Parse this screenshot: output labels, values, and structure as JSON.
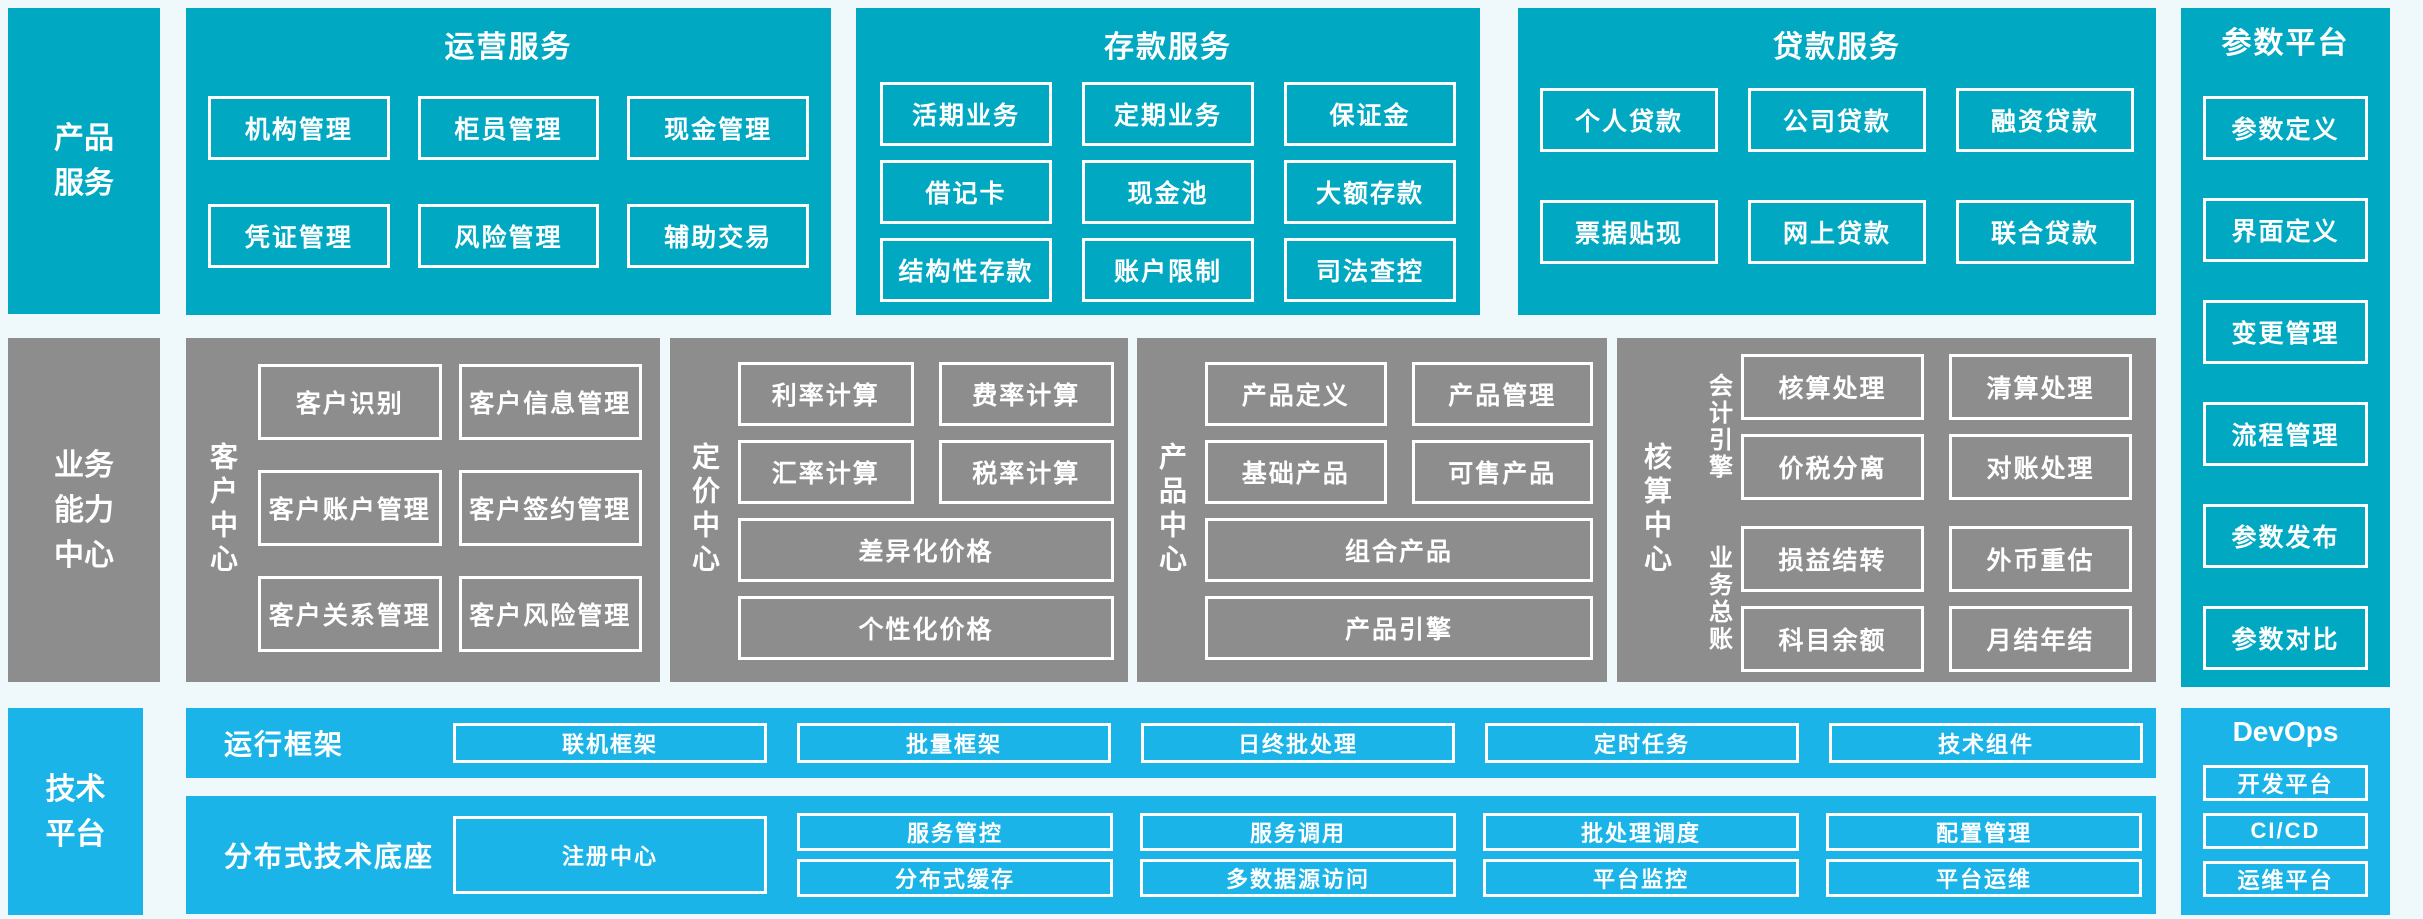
{
  "palette": {
    "teal": "#00a8c2",
    "gray": "#8d8d8d",
    "blue": "#1ab4e8",
    "background": "#eff9fb",
    "box_border": "#ffffff",
    "text": "#ffffff"
  },
  "left_labels": {
    "product_services": "产品\n服务",
    "business_capability_center": "业务\n能力\n中心",
    "tech_platform": "技术\n平台"
  },
  "operations": {
    "title": "运营服务",
    "boxes": [
      "机构管理",
      "柜员管理",
      "现金管理",
      "凭证管理",
      "风险管理",
      "辅助交易"
    ]
  },
  "deposits": {
    "title": "存款服务",
    "boxes": [
      "活期业务",
      "定期业务",
      "保证金",
      "借记卡",
      "现金池",
      "大额存款",
      "结构性存款",
      "账户限制",
      "司法查控"
    ]
  },
  "loans": {
    "title": "贷款服务",
    "boxes": [
      "个人贷款",
      "公司贷款",
      "融资贷款",
      "票据贴现",
      "网上贷款",
      "联合贷款"
    ]
  },
  "params_platform": {
    "title": "参数平台",
    "boxes": [
      "参数定义",
      "界面定义",
      "变更管理",
      "流程管理",
      "参数发布",
      "参数对比"
    ]
  },
  "customer_center": {
    "label": "客户中心",
    "boxes": [
      "客户识别",
      "客户信息管理",
      "客户账户管理",
      "客户签约管理",
      "客户关系管理",
      "客户风险管理"
    ]
  },
  "pricing_center": {
    "label": "定价中心",
    "boxes_2col": [
      "利率计算",
      "费率计算",
      "汇率计算",
      "税率计算"
    ],
    "boxes_full": [
      "差异化价格",
      "个性化价格"
    ]
  },
  "product_center": {
    "label": "产品中心",
    "boxes_2col": [
      "产品定义",
      "产品管理",
      "基础产品",
      "可售产品"
    ],
    "boxes_full": [
      "组合产品",
      "产品引擎"
    ]
  },
  "accounting_center": {
    "label": "核算中心",
    "groups": [
      {
        "label": "会计引擎",
        "boxes": [
          "核算处理",
          "清算处理",
          "价税分离",
          "对账处理"
        ]
      },
      {
        "label": "业务总账",
        "boxes": [
          "损益结转",
          "外币重估",
          "科目余额",
          "月结年结"
        ]
      }
    ]
  },
  "runtime_framework": {
    "label": "运行框架",
    "boxes": [
      "联机框架",
      "批量框架",
      "日终批处理",
      "定时任务",
      "技术组件"
    ]
  },
  "distributed_base": {
    "label": "分布式技术底座",
    "registry": "注册中心",
    "grid": [
      "服务管控",
      "服务调用",
      "批处理调度",
      "配置管理",
      "分布式缓存",
      "多数据源访问",
      "平台监控",
      "平台运维"
    ]
  },
  "devops": {
    "title": "DevOps",
    "boxes": [
      "开发平台",
      "CI/CD",
      "运维平台"
    ]
  }
}
